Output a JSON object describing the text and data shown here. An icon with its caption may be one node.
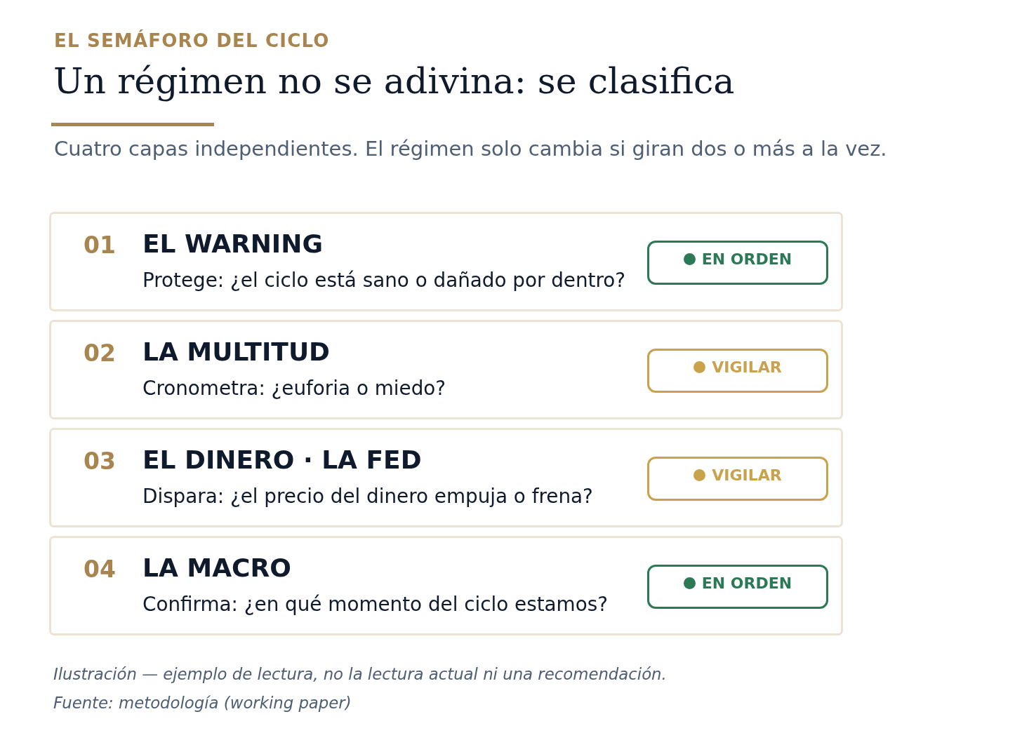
{
  "diagram": {
    "title": "Un régimen no se adivina: se clasifica",
    "nodes": [
      {
        "text": [
          "01",
          "EL WARNING",
          "Protege: ¿el ciclo está sano o dañado por dentro?"
        ]
      },
      {
        "text": [
          "EN ORDEN"
        ],
        "in": 0
      },
      {
        "text": [
          "02",
          "LA MULTITUD",
          "Cronometra: ¿euforia o miedo?"
        ]
      },
      {
        "text": [
          "VIGILAR"
        ],
        "in": 2
      },
      {
        "text": [
          "03",
          "EL DINERO · LA FED",
          "Dispara: ¿el precio del dinero empuja o frena?"
        ]
      },
      {
        "text": [
          "VIGILAR"
        ],
        "in": 4
      },
      {
        "text": [
          "04",
          "LA MACRO",
          "Confirma: ¿en qué momento del ciclo estamos?"
        ]
      },
      {
        "text": [
          "EN ORDEN"
        ],
        "in": 6
      }
    ],
    "edges": [],
    "labels": [
      "EL SEMÁFORO DEL CICLO",
      "Cuatro capas independientes. El régimen solo cambia si giran dos o más a la vez.",
      "Ilustración — ejemplo de lectura, no la lectura actual ni una recomendación.",
      "Fuente: metodología (working paper)"
    ]
  }
}
